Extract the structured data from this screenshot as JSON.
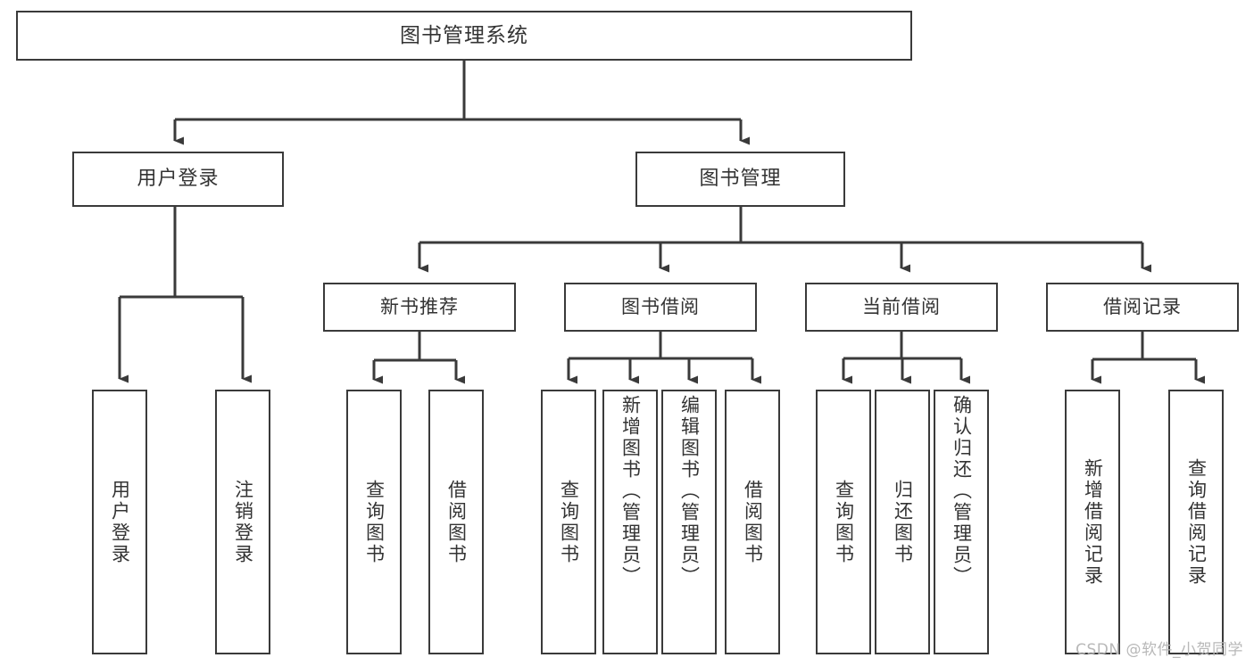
{
  "diagram": {
    "type": "tree-hierarchy",
    "title": "图书管理系统",
    "root": {
      "label": "图书管理系统"
    },
    "level2": [
      {
        "id": "user-login",
        "label": "用户登录"
      },
      {
        "id": "book-management",
        "label": "图书管理"
      }
    ],
    "level3": [
      {
        "id": "new-book-recommend",
        "label": "新书推荐",
        "parent": "book-management"
      },
      {
        "id": "book-borrow",
        "label": "图书借阅",
        "parent": "book-management"
      },
      {
        "id": "current-borrow",
        "label": "当前借阅",
        "parent": "book-management"
      },
      {
        "id": "borrow-record",
        "label": "借阅记录",
        "parent": "book-management"
      }
    ],
    "leaves": [
      {
        "id": "leaf-user-login",
        "label": "用户登录",
        "parent": "user-login"
      },
      {
        "id": "leaf-logout-login",
        "label": "注销登录",
        "parent": "user-login"
      },
      {
        "id": "leaf-query-book-1",
        "label": "查询图书",
        "parent": "new-book-recommend"
      },
      {
        "id": "leaf-borrow-book-1",
        "label": "借阅图书",
        "parent": "new-book-recommend"
      },
      {
        "id": "leaf-query-book-2",
        "label": "查询图书",
        "parent": "book-borrow"
      },
      {
        "id": "leaf-add-book",
        "label": "新增图书（管理员）",
        "parent": "book-borrow"
      },
      {
        "id": "leaf-edit-book",
        "label": "编辑图书（管理员）",
        "parent": "book-borrow"
      },
      {
        "id": "leaf-borrow-book-2",
        "label": "借阅图书",
        "parent": "book-borrow"
      },
      {
        "id": "leaf-query-book-3",
        "label": "查询图书",
        "parent": "current-borrow"
      },
      {
        "id": "leaf-return-book",
        "label": "归还图书",
        "parent": "current-borrow"
      },
      {
        "id": "leaf-confirm-return",
        "label": "确认归还（管理员）",
        "parent": "current-borrow"
      },
      {
        "id": "leaf-add-record",
        "label": "新增借阅记录",
        "parent": "borrow-record"
      },
      {
        "id": "leaf-query-record",
        "label": "查询借阅记录",
        "parent": "borrow-record"
      }
    ],
    "watermark": "CSDN @软件_小贺同学",
    "colors": {
      "stroke": "#3a3a3a",
      "text": "#333333",
      "background": "#ffffff",
      "watermark": "#b8b8b8"
    }
  }
}
